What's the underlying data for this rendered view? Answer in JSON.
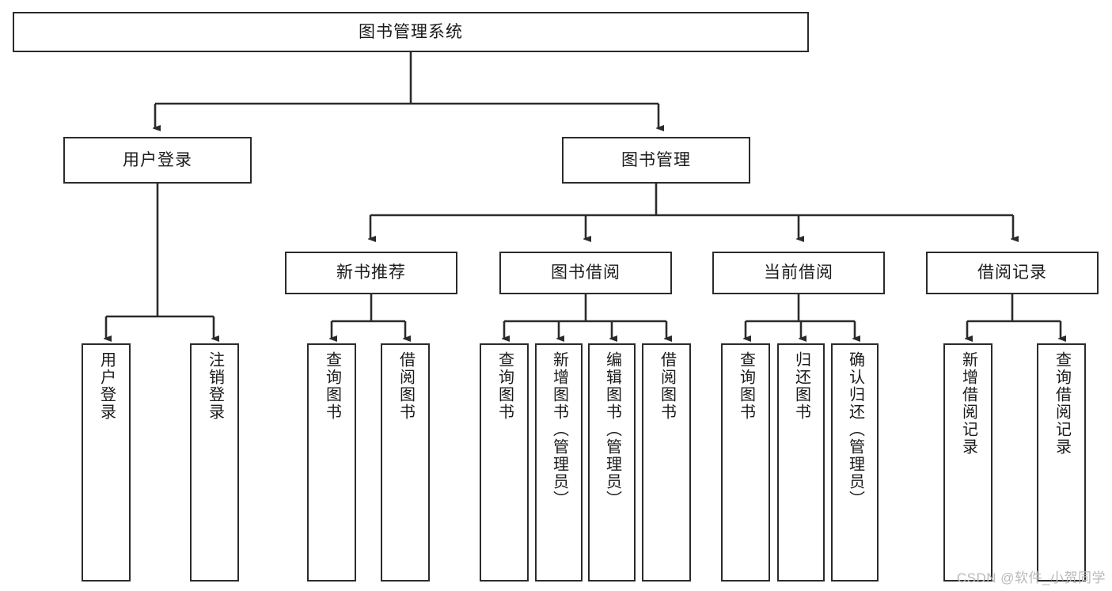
{
  "diagram": {
    "type": "hierarchy-tree",
    "title": "图书管理系统",
    "levels": 4,
    "colors": {
      "box_border": "#2b2b2b",
      "box_fill": "#ffffff",
      "link": "#2b2b2b",
      "text": "#1a1a1a",
      "watermark": "#b9b9b9",
      "background": "#ffffff"
    },
    "root": {
      "label": "图书管理系统"
    },
    "level2": [
      {
        "label": "用户登录"
      },
      {
        "label": "图书管理"
      }
    ],
    "level3": [
      {
        "label": "新书推荐"
      },
      {
        "label": "图书借阅"
      },
      {
        "label": "当前借阅"
      },
      {
        "label": "借阅记录"
      }
    ],
    "leaves": {
      "user_login": [
        {
          "label": "用户登录"
        },
        {
          "label": "注销登录"
        }
      ],
      "new_book_recommend": [
        {
          "label": "查询图书"
        },
        {
          "label": "借阅图书"
        }
      ],
      "book_borrow": [
        {
          "label": "查询图书"
        },
        {
          "label": "新增图书（管理员）"
        },
        {
          "label": "编辑图书（管理员）"
        },
        {
          "label": "借阅图书"
        }
      ],
      "current_borrow": [
        {
          "label": "查询图书"
        },
        {
          "label": "归还图书"
        },
        {
          "label": "确认归还（管理员）"
        }
      ],
      "borrow_record": [
        {
          "label": "新增借阅记录"
        },
        {
          "label": "查询借阅记录"
        }
      ]
    }
  },
  "watermark": {
    "text": "CSDN @软件_小贺同学"
  }
}
